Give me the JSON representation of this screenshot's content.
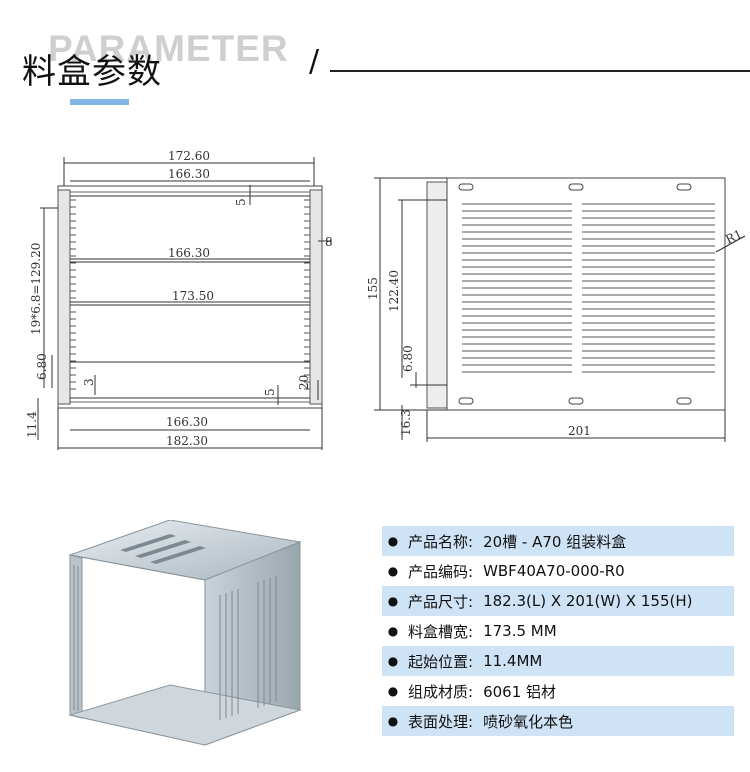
{
  "header": {
    "bg_word": "PARAMETER",
    "title": "料盒参数",
    "slash": "/",
    "accent_color": "#7fb6e6"
  },
  "front_view": {
    "dim_overall_top": "172.60",
    "dim_inner_top": "166.30",
    "dim_mid": "166.30",
    "dim_slot": "173.50",
    "dim_bottom_inner": "166.30",
    "dim_bottom_overall": "182.30",
    "dim_left_pitch": "19*6.8=129.20",
    "dim_left_small": "6.80",
    "dim_left_start": "11.4",
    "dim_tab": "3",
    "dim_top_5": "5",
    "dim_bottom_5": "5",
    "dim_right_8": "8",
    "dim_right_20": "20"
  },
  "side_view": {
    "dim_height": "155",
    "dim_inner": "122.40",
    "dim_pitch": "6.80",
    "dim_bottom": "16.3",
    "dim_width": "201",
    "dim_radius": "R1"
  },
  "specs": [
    {
      "label": "产品名称:",
      "value": "20槽 - A70 组装料盒",
      "shaded": true
    },
    {
      "label": "产品编码:",
      "value": "WBF40A70-000-R0",
      "shaded": false
    },
    {
      "label": "产品尺寸:",
      "value": "182.3(L) X 201(W) X 155(H)",
      "shaded": true
    },
    {
      "label": "料盒槽宽:",
      "value": "173.5 MM",
      "shaded": false
    },
    {
      "label": "起始位置:",
      "value": "11.4MM",
      "shaded": true
    },
    {
      "label": "组成材质:",
      "value": "6061 铝材",
      "shaded": false
    },
    {
      "label": "表面处理:",
      "value": "喷砂氧化本色",
      "shaded": true
    }
  ],
  "bullet": "●"
}
